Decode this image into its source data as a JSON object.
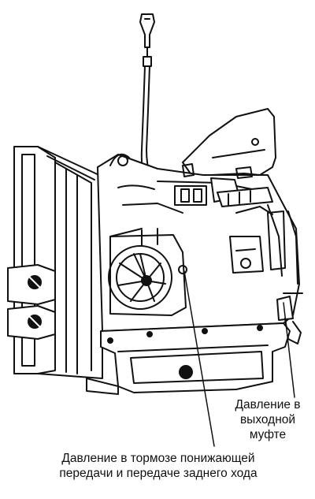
{
  "labels": {
    "output_clutch": {
      "line1": "Давление в",
      "line2": "выходной",
      "line3": "муфте"
    },
    "reduction_brake": {
      "line1": "Давление в тормозе понижающей",
      "line2": "передачи и передаче заднего хода"
    }
  },
  "colors": {
    "ink": "#111111",
    "paper": "#ffffff",
    "shade": "#d8d8d8"
  }
}
